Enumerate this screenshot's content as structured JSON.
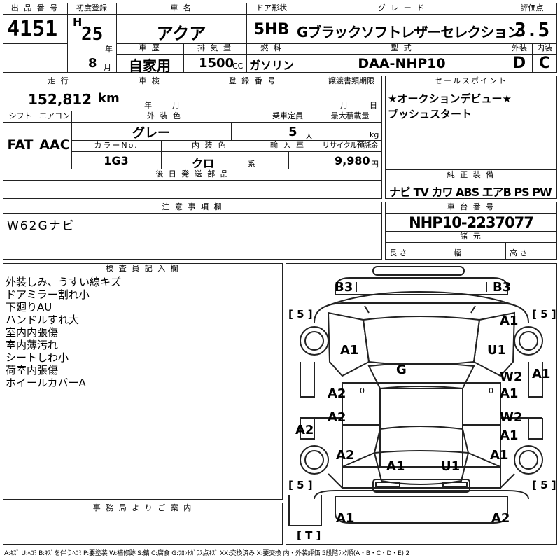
{
  "labels": {
    "lot_no": "出 品 番 号",
    "first_reg": "初度登録",
    "car_name": "車   名",
    "door": "ドア形状",
    "grade": "グ レ ー ド",
    "eval": "評価点",
    "history": "車 歴",
    "displacement": "排 気 量",
    "fuel": "燃 料",
    "model": "型 式",
    "ext": "外装",
    "int": "内装",
    "mileage": "走 行",
    "inspection": "車 検",
    "reg_no": "登 録 番 号",
    "doc_deadline": "譲渡書類期限",
    "selling": "セールスポイント",
    "shift": "シフト",
    "aircon": "エアコン",
    "ext_color": "外 装 色",
    "capacity": "乗車定員",
    "max_load": "最大積載量",
    "color_no": "カラーNo.",
    "int_color": "内 装 色",
    "import": "輸 入 車",
    "recycle": "リサイクル預託金",
    "later_parts": "後 日 発 送 部 品",
    "genuine": "純 正 装 備",
    "notes": "注 意 事 項 欄",
    "chassis_no": "車 台 番 号",
    "dims": "諸 元",
    "inspector": "検 査 員 記 入 欄",
    "office": "事 務 局 よ り ご 案 内"
  },
  "lot_no": "4151",
  "era": "H",
  "year": "25",
  "year_unit": "年",
  "month": "8",
  "month_unit": "月",
  "car_name": "アクア",
  "door": "5HB",
  "grade": "Gブラックソフトレザーセレクション",
  "score": "3.5",
  "history": "自家用",
  "displacement": "1500",
  "cc": "CC",
  "fuel": "ガソリン",
  "model": "DAA-NHP10",
  "ext_grade": "D",
  "int_grade": "C",
  "mileage": "152,812",
  "km": "km",
  "insp_year": "年",
  "insp_month": "月",
  "deadline_month": "月",
  "deadline_day": "日",
  "selling_points": [
    "★オークションデビュー★",
    "プッシュスタート"
  ],
  "shift": "FAT",
  "aircon": "AAC",
  "ext_color": "グレー",
  "capacity": "5",
  "capacity_unit": "人",
  "kg": "kg",
  "color_no": "1G3",
  "int_color": "クロ",
  "int_color_unit": "系",
  "recycle": "9,980",
  "recycle_unit": "円",
  "equipment": "ナビ TV カワ ABS エアB PS PW",
  "notes": "W62Gナビ",
  "chassis_no": "NHP10-2237077",
  "dim_length": "長 さ",
  "dim_width": "幅",
  "dim_height": "高 さ",
  "remarks": [
    "外装しみ、うすい線キズ",
    "ドアミラー割れ小",
    "下廻りAU",
    "ハンドルすれ大",
    "室内内張傷",
    "室内薄汚れ",
    "シートしわ小",
    "荷室内張傷",
    "ホイールカバーA"
  ],
  "diagram": {
    "tire_fl": "[ 5 ]",
    "tire_fr": "[ 5 ]",
    "tire_rl": "[ 5 ]",
    "tire_rr": "[ 5 ]",
    "spare": "[ T ]",
    "marks": {
      "b3_left": "B3",
      "b3_right": "B3",
      "a1_fender_r": "A1",
      "a1_hood_l": "A1",
      "u1_hood_r": "U1",
      "a1_side_r": "A1",
      "g": "G",
      "a2_door_l1": "A2",
      "w2_door_r1": "W2",
      "a1_door_r1": "A1",
      "a2_door_l2": "A2",
      "w2_door_r2": "W2",
      "a1_door_r2": "A1",
      "a2_side_l": "A2",
      "a2_qtr_l": "A2",
      "a1_qtr_r": "A1",
      "a1_trunk_l": "A1",
      "u1_trunk_r": "U1",
      "a1_rear_l": "A1",
      "a2_rear_r": "A2",
      "zero1": "0",
      "zero2": "0"
    }
  },
  "legend": "A:ｷｽﾞ U:ﾍｺﾐ B:ｷｽﾞを伴うﾍｺﾐ P:要塗装 W:補修跡 S:錆 C:腐食 G:ﾌﾛﾝﾄｶﾞﾗｽ点ｷｽﾞ XX:交換済み X:要交換 内・外装評価 5段階ﾗﾝｸ順(A・B・C・D・E) 2"
}
